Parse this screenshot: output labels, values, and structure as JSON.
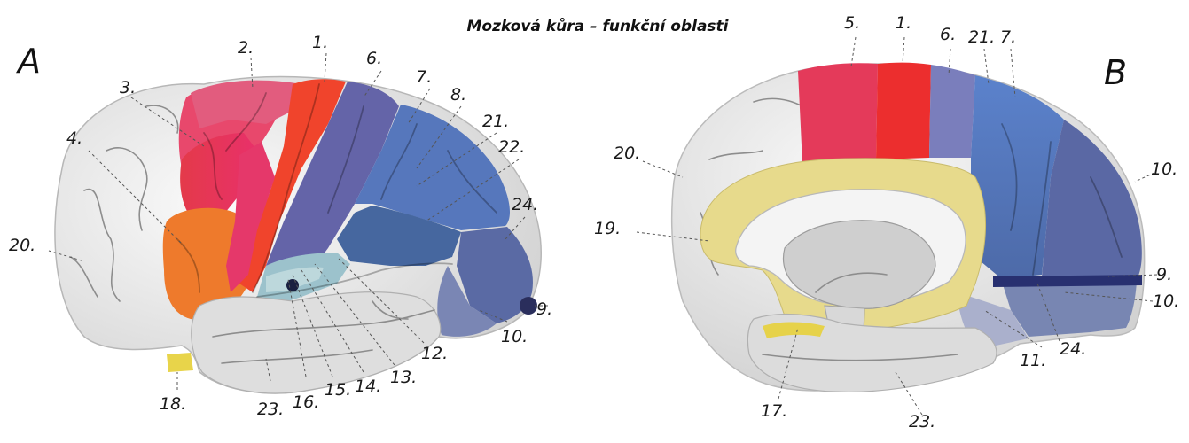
{
  "title": "Mozková kůra – funkční oblasti",
  "panels": {
    "a": "A",
    "b": "B"
  },
  "labels_a": {
    "n2": "2.",
    "n1": "1.",
    "n6": "6.",
    "n7": "7.",
    "n8": "8.",
    "n3": "3.",
    "n21": "21.",
    "n22": "22.",
    "n4": "4.",
    "n24": "24.",
    "n20": "20.",
    "n9": "9.",
    "n10": "10.",
    "n12": "12.",
    "n13": "13.",
    "n14": "14.",
    "n15": "15.",
    "n16": "16.",
    "n23": "23.",
    "n18": "18."
  },
  "labels_b": {
    "n5": "5.",
    "n1": "1.",
    "n6": "6.",
    "n21": "21.",
    "n7": "7.",
    "n20": "20.",
    "n19": "19.",
    "n10a": "10.",
    "n9": "9.",
    "n10b": "10.",
    "n24": "24.",
    "n11": "11.",
    "n17": "17.",
    "n23": "23."
  },
  "colors": {
    "cortex": "#ececec",
    "premotor": "#e8507a",
    "motor": "#f0402e",
    "somatosensory": "#6a6aae",
    "parietal": "#5474b8",
    "visual": "#4a5ea8",
    "temporal_blue": "#9bbcc8",
    "broca": "#f0782a",
    "limbic": "#e8dc8c"
  }
}
